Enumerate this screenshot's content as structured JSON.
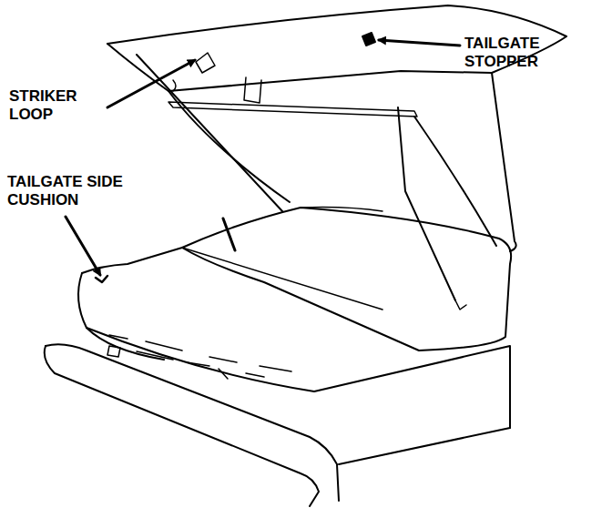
{
  "diagram": {
    "labels": [
      "TAILGATE STOPPER",
      "STRIKER LOOP",
      "TAILGATE SIDE CUSHION"
    ]
  }
}
